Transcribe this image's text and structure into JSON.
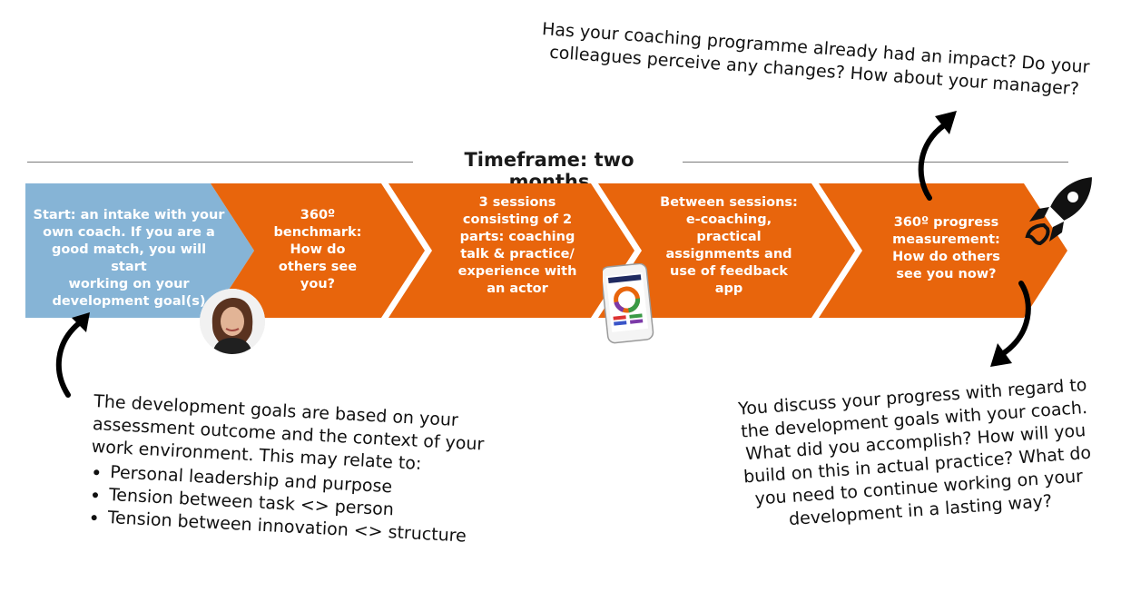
{
  "timeframe": "Timeframe: two months",
  "steps": [
    {
      "lines": [
        "Start: an intake with your",
        "own coach. If you are a",
        "good match, you will start",
        "working on your",
        "development goal(s)"
      ]
    },
    {
      "lines": [
        "360º",
        "benchmark:",
        "How do",
        "others see",
        "you?"
      ]
    },
    {
      "lines": [
        "3 sessions",
        "consisting of 2",
        "parts: coaching",
        "talk & practice/",
        "experience with",
        "an actor"
      ]
    },
    {
      "lines": [
        "Between sessions:",
        "e-coaching,",
        "practical",
        "assignments and",
        "use of feedback",
        "app"
      ]
    },
    {
      "lines": [
        "360º progress",
        "measurement:",
        "How do others",
        "see you now?"
      ]
    }
  ],
  "notes": {
    "top_right": [
      "Has your coaching programme already had an impact? Do your",
      "colleagues perceive any changes? How about your manager?"
    ],
    "bottom_left": {
      "lines": [
        "The development goals are based on your",
        "assessment outcome and the context of your",
        "work environment. This may relate to:"
      ],
      "bullets": [
        "Personal leadership and purpose",
        "Tension between task <> person",
        "Tension between innovation <> structure"
      ]
    },
    "bottom_right": [
      "You discuss your progress with regard to",
      "the development goals with your coach.",
      "What did you accomplish? How will you",
      "build on this in actual practice? What do",
      "you need to continue working on your",
      "development in a lasting way?"
    ]
  },
  "colors": {
    "intake": "#86b4d6",
    "step": "#e8650c",
    "arrow": "#000000"
  },
  "icons": [
    "coach-avatar",
    "phone-app-icon",
    "rocket-icon",
    "curved-arrow-icon"
  ]
}
